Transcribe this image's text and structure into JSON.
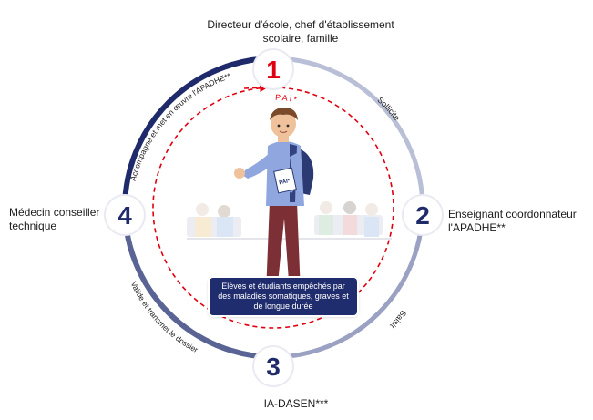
{
  "colors": {
    "navy": "#1f2a6b",
    "red": "#e1000f",
    "ring_light": "#b9bfd6",
    "ring_mid": "#7d86ad",
    "circle_fill": "#ffffff"
  },
  "steps": [
    {
      "number": "1",
      "label": "Directeur d'école, chef d'établissement scolaire, famille",
      "color": "#e1000f"
    },
    {
      "number": "2",
      "label": "Enseignant coordonnateur l'APADHE**",
      "color": "#1f2a6b"
    },
    {
      "number": "3",
      "label": "IA-DASEN***",
      "color": "#1f2a6b"
    },
    {
      "number": "4",
      "label": "Médecin conseiller technique",
      "color": "#1f2a6b"
    }
  ],
  "arcs": {
    "top_right": "Sollicite",
    "bottom_right": "Saisit",
    "bottom_left": "Valide et transmet le dossier",
    "top_left": "Accompagne et met en œuvre l'APADHE**"
  },
  "inner_label": "PAI*",
  "center_box": "Élèves et étudiants empêchés par des maladies somatiques, graves et de longue durée",
  "student_badge": "PAI*",
  "icons": {
    "student": "student-illustration-icon",
    "background": "classroom-background-icon"
  }
}
